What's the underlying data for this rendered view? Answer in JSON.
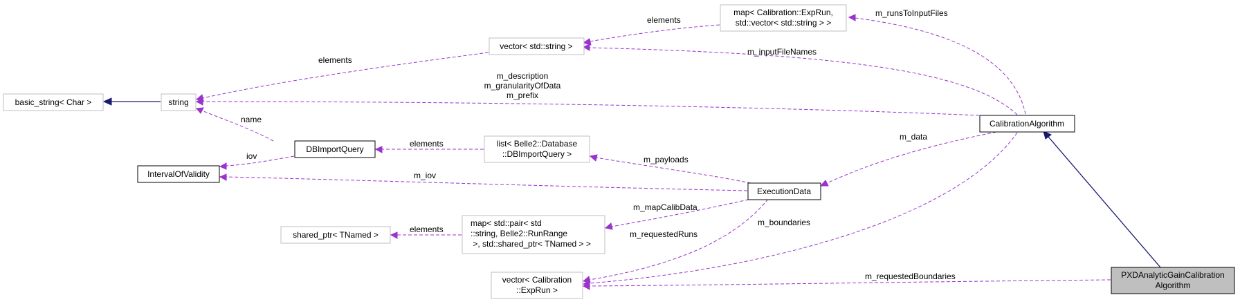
{
  "nodes": {
    "map_runs": [
      "map< Calibration::ExpRun,",
      "std::vector< std::string > >"
    ],
    "vector_string": [
      "vector< std::string >"
    ],
    "basic_string": [
      "basic_string< Char >"
    ],
    "string": [
      "string"
    ],
    "calibration_algorithm": [
      "CalibrationAlgorithm"
    ],
    "dbimportquery": [
      "DBImportQuery"
    ],
    "list_dbimportquery": [
      "list< Belle2::Database",
      "::DBImportQuery >"
    ],
    "interval_of_validity": [
      "IntervalOfValidity"
    ],
    "execution_data": [
      "ExecutionData"
    ],
    "shared_ptr": [
      "shared_ptr< TNamed >"
    ],
    "map_pair": [
      "map< std::pair< std",
      "::string, Belle2::RunRange",
      " >, std::shared_ptr< TNamed > >"
    ],
    "vector_exprun": [
      "vector< Calibration",
      "::ExpRun >"
    ],
    "pxd_algorithm": [
      "PXDAnalyticGainCalibration",
      "Algorithm"
    ]
  },
  "edges": {
    "elements_map_runs": [
      "elements"
    ],
    "m_runsToInputFiles": [
      "m_runsToInputFiles"
    ],
    "m_inputFileNames": [
      "m_inputFileNames"
    ],
    "elements_vector_string": [
      "elements"
    ],
    "string_members": [
      "m_description",
      "m_granularityOfData",
      "m_prefix"
    ],
    "name": [
      "name"
    ],
    "iov": [
      "iov"
    ],
    "elements_list": [
      "elements"
    ],
    "m_data": [
      "m_data"
    ],
    "m_payloads": [
      "m_payloads"
    ],
    "m_iov": [
      "m_iov"
    ],
    "m_mapCalibData": [
      "m_mapCalibData"
    ],
    "elements_shared_ptr": [
      "elements"
    ],
    "m_requestedRuns": [
      "m_requestedRuns"
    ],
    "m_boundaries": [
      "m_boundaries"
    ],
    "m_requestedBoundaries": [
      "m_requestedBoundaries"
    ]
  },
  "colors": {
    "dashed_edge": "#9a32cd",
    "inheritance_edge": "#191970",
    "gray_border": "#bfbfbf",
    "focus_fill": "#bfbfbf"
  }
}
